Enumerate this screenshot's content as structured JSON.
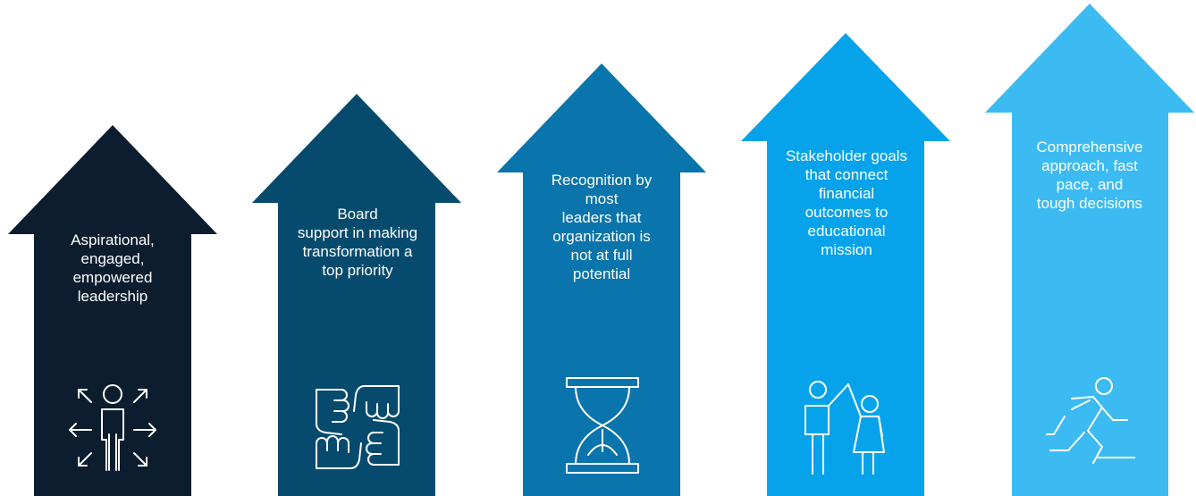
{
  "arrows": [
    {
      "label": "Aspirational,\nengaged,\nempowered\nleadership",
      "color": "#0B1D2E",
      "icon": "person-empowerment-icon"
    },
    {
      "label": "Board\nsupport in making\ntransformation a\ntop priority",
      "color": "#064B6E",
      "icon": "hands-together-icon"
    },
    {
      "label": "Recognition by\nmost\nleaders that\norganization is\nnot at full\npotential",
      "color": "#0A74AC",
      "icon": "hourglass-icon"
    },
    {
      "label": "Stakeholder goals\nthat connect\nfinancial\noutcomes to\neducational\nmission",
      "color": "#07A3EA",
      "icon": "high-five-icon"
    },
    {
      "label": "Comprehensive\napproach, fast\npace, and\ntough decisions",
      "color": "#3CBBF2",
      "icon": "running-person-icon"
    }
  ]
}
